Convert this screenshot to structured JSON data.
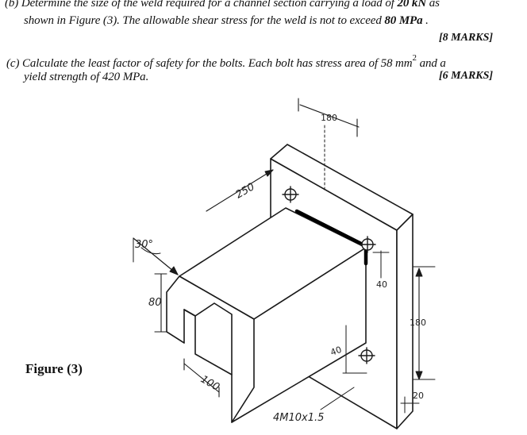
{
  "question": {
    "b": {
      "line1_prefix": "(b) Determine the size of the weld required for a channel section carrying a load of ",
      "line1_load": "20 kN",
      "line1_suffix": " as",
      "line2_prefix": "shown in Figure (3). The allowable shear stress for the weld is not to exceed ",
      "line2_stress": "80 MPa",
      "line2_suffix": " .",
      "marks": "[8 MARKS]"
    },
    "c": {
      "line1_prefix": "(c) Calculate the least factor of safety for the bolts. Each bolt has stress area of ",
      "line1_area": "58 mm",
      "line1_sup": "2",
      "line1_suffix": " and a",
      "line2": "yield strength of 420 MPa.",
      "marks": "[6 MARKS]"
    }
  },
  "figure": {
    "caption": "Figure (3)",
    "dimensions": {
      "top_width": "180",
      "arm_length": "250",
      "angle": "30°",
      "channel_height": "80",
      "channel_width": "100",
      "bolt_edge_top": "40",
      "bolt_spacing": "180",
      "bolt_edge_bottom": "40",
      "plate_edge": "20",
      "bolt_spec": "4M10x1.5"
    }
  }
}
